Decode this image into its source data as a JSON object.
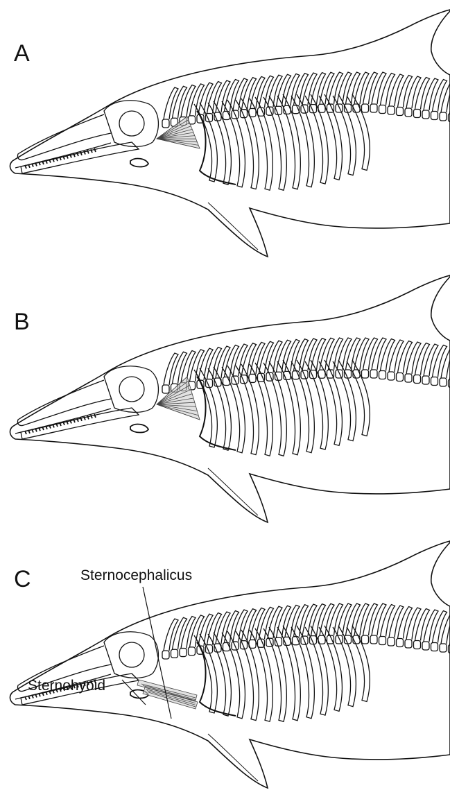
{
  "panels": [
    {
      "label": "A",
      "muscle": "sternocephalicus-fan"
    },
    {
      "label": "B",
      "muscle": "sternocephalicus-fan-wide"
    },
    {
      "label": "C",
      "muscle": "sternohyoid-and-sternocephalicus-bands"
    }
  ],
  "callouts": {
    "sternocephalicus": "Sternocephalicus",
    "sternohyoid": "Sternohyoid"
  },
  "colors": {
    "outline": "#111111",
    "background": "#ffffff",
    "muscle_fill": "#cfcfcf",
    "muscle_lines": "#444444"
  }
}
